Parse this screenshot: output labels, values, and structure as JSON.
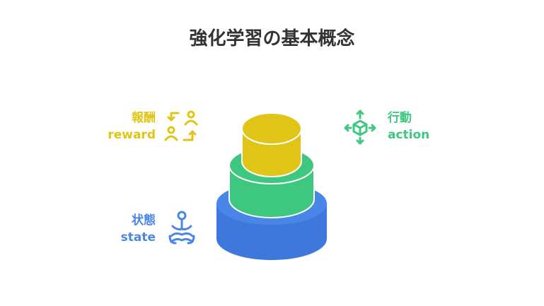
{
  "title": "強化学習の基本概念",
  "layers": [
    {
      "ja": "報酬",
      "en": "reward",
      "color": "#e0c516",
      "icon": "reward-exchange-icon"
    },
    {
      "ja": "行動",
      "en": "action",
      "color": "#3ec77f",
      "icon": "cube-move-icon"
    },
    {
      "ja": "状態",
      "en": "state",
      "color": "#4a86e8",
      "icon": "meditation-person-icon"
    }
  ]
}
